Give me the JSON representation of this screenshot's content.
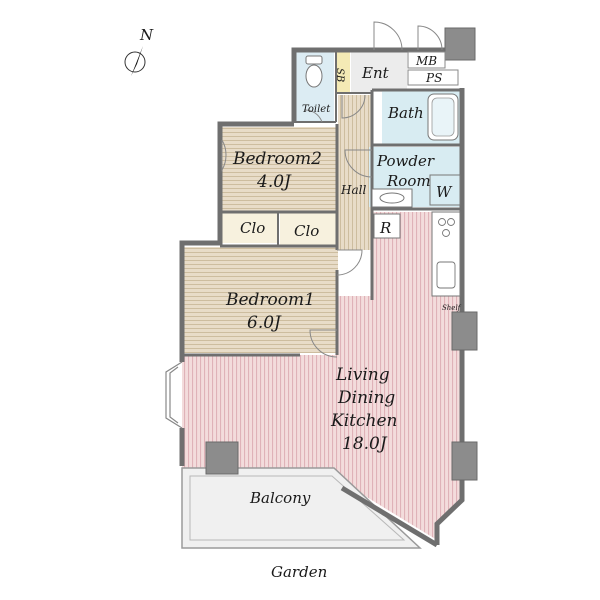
{
  "compass": {
    "label": "N"
  },
  "rooms": {
    "entrance": "Ent",
    "shoe_box": "SB",
    "meter_box": "MB",
    "pipe_space": "PS",
    "toilet": "Toilet",
    "bath": "Bath",
    "powder_room_line1": "Powder",
    "powder_room_line2": "Room",
    "washer": "W",
    "hall": "Hall",
    "refrigerator": "R",
    "shelf": "Shelf",
    "bedroom2_name": "Bedroom2",
    "bedroom2_size": "4.0J",
    "closet_a": "Clo",
    "closet_b": "Clo",
    "bedroom1_name": "Bedroom1",
    "bedroom1_size": "6.0J",
    "ldk_line1": "Living",
    "ldk_line2": "Dining",
    "ldk_line3": "Kitchen",
    "ldk_size": "18.0J",
    "balcony": "Balcony"
  },
  "outside": {
    "garden": "Garden"
  },
  "colors": {
    "wood_floor": "#e8dcc8",
    "wood_stripe": "#d2c2a6",
    "ldk_floor": "#f3dcdc",
    "ldk_stripe": "#e2b8bd",
    "wet_area": "#d8ecf2",
    "toilet_floor": "#dcecf3",
    "wall": "#6f6f6f",
    "pillar": "#8c8c8c",
    "balcony": "#f0f0f0"
  }
}
